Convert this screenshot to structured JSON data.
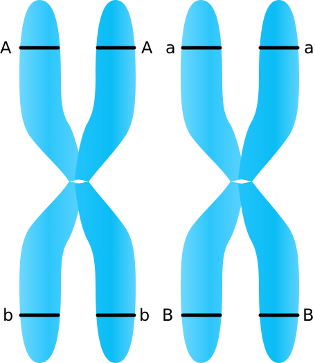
{
  "colors": {
    "chromosome_light": "#7fdcff",
    "chromosome_mid": "#38c8fb",
    "chromosome_dark": "#0bbdf5",
    "band": "#000000"
  },
  "chromosomes": [
    {
      "top_left_label": "A",
      "top_right_label": "A",
      "bottom_left_label": "b",
      "bottom_right_label": "b"
    },
    {
      "top_left_label": "a",
      "top_right_label": "a",
      "bottom_left_label": "B",
      "bottom_right_label": "B"
    }
  ]
}
